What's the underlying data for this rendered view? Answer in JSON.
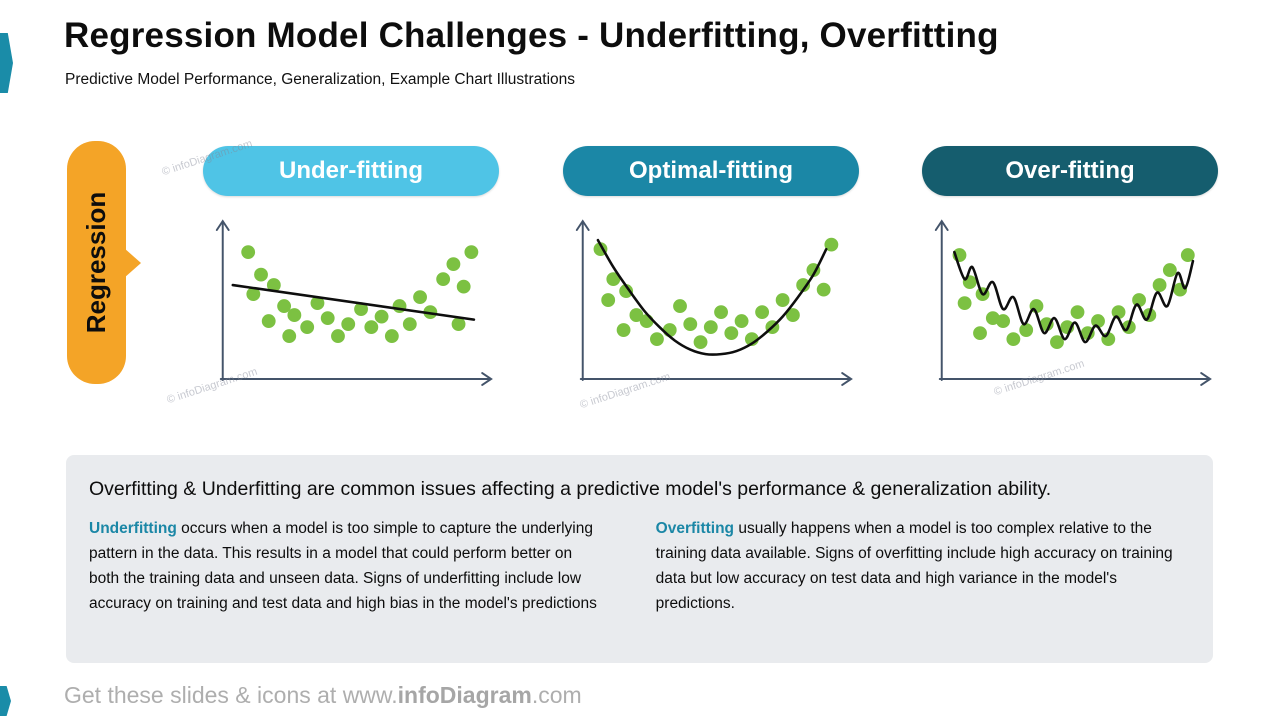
{
  "slide": {
    "title": "Regression Model Challenges - Underfitting, Overfitting",
    "subtitle": "Predictive Model Performance, Generalization, Example Chart Illustrations",
    "ribbon_label": "Regression",
    "watermark": "© infoDiagram.com",
    "footer": {
      "prefix": "Get these slides & icons at www.",
      "brand": "infoDiagram",
      "suffix": ".com"
    }
  },
  "colors": {
    "underfitting_pill": "#4FC4E6",
    "optimalfitting_pill": "#1B87A6",
    "overfitting_pill": "#155D6E",
    "ribbon_orange": "#F4A427",
    "scatter_dot_green": "#7CC142",
    "axis_slate": "#44546A",
    "fit_line_black": "#0E0E0E",
    "accent_teal": "#1A8CA8",
    "summary_background": "#E9EBEE",
    "term_teal": "#1B87A6"
  },
  "panels": [
    {
      "label": "Under-fitting",
      "color": "#4FC4E6"
    },
    {
      "label": "Optimal-fitting",
      "color": "#1B87A6"
    },
    {
      "label": "Over-fitting",
      "color": "#155D6E"
    }
  ],
  "summary": {
    "headline": "Overfitting & Underfitting are common issues affecting a predictive model's performance & generalization ability.",
    "underfitting_term": "Underfitting",
    "underfitting_text": " occurs when a model is too simple to capture the underlying pattern in the data. This results in a model that could perform better on both the training data and unseen data. Signs of underfitting include low accuracy on training and test data and high bias in the model's predictions",
    "overfitting_term": "Overfitting",
    "overfitting_text": " usually happens when a model is too complex relative to the training data available. Signs of overfitting include high accuracy on training data but low accuracy on test data and high variance in the model's predictions."
  },
  "chart_data": [
    {
      "type": "scatter",
      "title": "Under-fitting",
      "fit_model": "linear (too simple)",
      "xlim": [
        0,
        100
      ],
      "ylim": [
        0,
        100
      ],
      "grid": false,
      "points": [
        [
          8,
          80
        ],
        [
          13,
          65
        ],
        [
          10,
          52
        ],
        [
          18,
          58
        ],
        [
          22,
          44
        ],
        [
          16,
          34
        ],
        [
          26,
          38
        ],
        [
          24,
          24
        ],
        [
          31,
          30
        ],
        [
          35,
          46
        ],
        [
          39,
          36
        ],
        [
          43,
          24
        ],
        [
          47,
          32
        ],
        [
          52,
          42
        ],
        [
          56,
          30
        ],
        [
          60,
          37
        ],
        [
          64,
          24
        ],
        [
          67,
          44
        ],
        [
          71,
          32
        ],
        [
          75,
          50
        ],
        [
          79,
          40
        ],
        [
          84,
          62
        ],
        [
          88,
          72
        ],
        [
          92,
          57
        ],
        [
          95,
          80
        ],
        [
          90,
          32
        ]
      ],
      "fit_line": [
        [
          2,
          58
        ],
        [
          96,
          35
        ]
      ],
      "smooth": false
    },
    {
      "type": "scatter",
      "title": "Optimal-fitting",
      "fit_model": "quadratic (good generalization)",
      "xlim": [
        0,
        100
      ],
      "ylim": [
        0,
        100
      ],
      "grid": false,
      "points": [
        [
          5,
          82
        ],
        [
          10,
          62
        ],
        [
          8,
          48
        ],
        [
          15,
          54
        ],
        [
          19,
          38
        ],
        [
          14,
          28
        ],
        [
          23,
          34
        ],
        [
          27,
          22
        ],
        [
          32,
          28
        ],
        [
          36,
          44
        ],
        [
          40,
          32
        ],
        [
          44,
          20
        ],
        [
          48,
          30
        ],
        [
          52,
          40
        ],
        [
          56,
          26
        ],
        [
          60,
          34
        ],
        [
          64,
          22
        ],
        [
          68,
          40
        ],
        [
          72,
          30
        ],
        [
          76,
          48
        ],
        [
          80,
          38
        ],
        [
          84,
          58
        ],
        [
          88,
          68
        ],
        [
          92,
          55
        ],
        [
          95,
          85
        ]
      ],
      "fit_line": [
        [
          4,
          88
        ],
        [
          10,
          70
        ],
        [
          16,
          55
        ],
        [
          22,
          41
        ],
        [
          28,
          30
        ],
        [
          34,
          21
        ],
        [
          40,
          15
        ],
        [
          46,
          12
        ],
        [
          52,
          12
        ],
        [
          58,
          14
        ],
        [
          64,
          19
        ],
        [
          70,
          27
        ],
        [
          76,
          37
        ],
        [
          82,
          50
        ],
        [
          88,
          65
        ],
        [
          93,
          82
        ]
      ],
      "smooth": true
    },
    {
      "type": "scatter",
      "title": "Over-fitting",
      "fit_model": "high-variance wiggle (too complex)",
      "xlim": [
        0,
        100
      ],
      "ylim": [
        0,
        100
      ],
      "grid": false,
      "points": [
        [
          5,
          78
        ],
        [
          9,
          60
        ],
        [
          7,
          46
        ],
        [
          14,
          52
        ],
        [
          18,
          36
        ],
        [
          13,
          26
        ],
        [
          22,
          34
        ],
        [
          26,
          22
        ],
        [
          31,
          28
        ],
        [
          35,
          44
        ],
        [
          39,
          32
        ],
        [
          43,
          20
        ],
        [
          47,
          30
        ],
        [
          51,
          40
        ],
        [
          55,
          26
        ],
        [
          59,
          34
        ],
        [
          63,
          22
        ],
        [
          67,
          40
        ],
        [
          71,
          30
        ],
        [
          75,
          48
        ],
        [
          79,
          38
        ],
        [
          83,
          58
        ],
        [
          87,
          68
        ],
        [
          91,
          55
        ],
        [
          94,
          78
        ]
      ],
      "fit_line": [
        [
          3,
          80
        ],
        [
          7,
          62
        ],
        [
          10,
          70
        ],
        [
          14,
          52
        ],
        [
          18,
          60
        ],
        [
          22,
          42
        ],
        [
          26,
          50
        ],
        [
          30,
          32
        ],
        [
          34,
          42
        ],
        [
          38,
          26
        ],
        [
          42,
          36
        ],
        [
          46,
          22
        ],
        [
          50,
          33
        ],
        [
          54,
          20
        ],
        [
          58,
          31
        ],
        [
          62,
          24
        ],
        [
          66,
          37
        ],
        [
          70,
          28
        ],
        [
          74,
          45
        ],
        [
          78,
          35
        ],
        [
          82,
          53
        ],
        [
          86,
          44
        ],
        [
          90,
          66
        ],
        [
          93,
          56
        ],
        [
          96,
          74
        ]
      ],
      "smooth": true
    }
  ]
}
